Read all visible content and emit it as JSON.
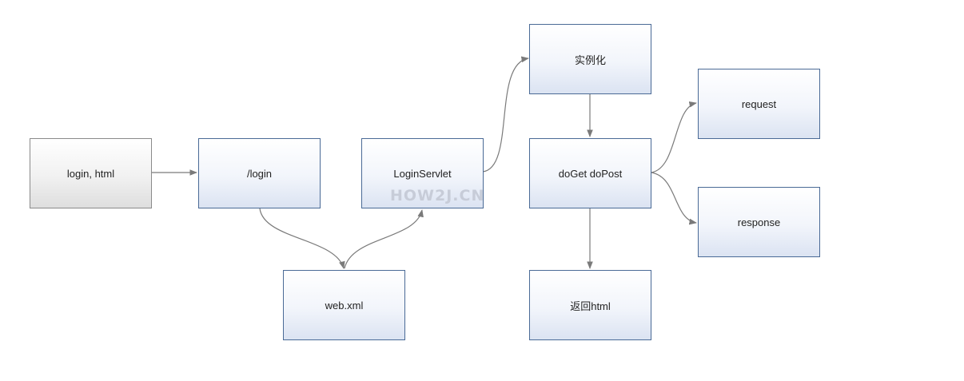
{
  "diagram": {
    "watermark": "HOW2J.CN",
    "nodes": {
      "login_html": "login, html",
      "login_path": "/login",
      "login_servlet": "LoginServlet",
      "instantiate": "实例化",
      "doget_dopost": "doGet doPost",
      "request": "request",
      "response": "response",
      "web_xml": "web.xml",
      "return_html": "返回html"
    },
    "edges": [
      {
        "from": "login, html",
        "to": "/login"
      },
      {
        "from": "/login",
        "to": "web.xml"
      },
      {
        "from": "web.xml",
        "to": "LoginServlet"
      },
      {
        "from": "LoginServlet",
        "to": "实例化"
      },
      {
        "from": "实例化",
        "to": "doGet doPost"
      },
      {
        "from": "doGet doPost",
        "to": "request"
      },
      {
        "from": "doGet doPost",
        "to": "response"
      },
      {
        "from": "doGet doPost",
        "to": "返回html"
      }
    ],
    "colors": {
      "node_border": "#4a6a96",
      "start_node_border": "#8a8a8a",
      "edge": "#7a7a7a",
      "watermark": "#c7ccd8"
    }
  }
}
